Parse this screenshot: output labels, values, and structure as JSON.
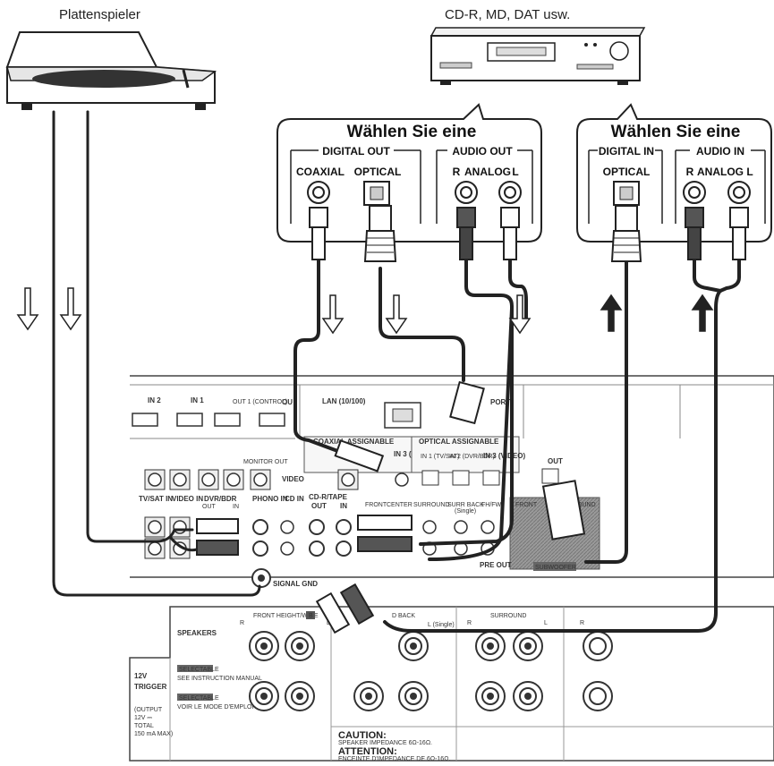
{
  "devices": {
    "turntable_label": "Plattenspieler",
    "recorder_label": "CD-R, MD, DAT usw."
  },
  "bubble_left": {
    "title": "Wählen Sie eine",
    "digital_out": "DIGITAL OUT",
    "coaxial": "COAXIAL",
    "optical": "OPTICAL",
    "audio_out": "AUDIO OUT",
    "r": "R",
    "analog": "ANALOG",
    "l": "L"
  },
  "bubble_right": {
    "title": "Wählen Sie eine",
    "digital_in": "DIGITAL IN",
    "optical": "OPTICAL",
    "audio_in": "AUDIO IN",
    "r": "R",
    "analog": "ANALOG",
    "l": "L"
  },
  "receiver_panel": {
    "in_labels": [
      "IN 2",
      "IN 1"
    ],
    "out1_control": "OUT 1 (CONTROL)",
    "ou": "OU",
    "lan": "LAN (10/100)",
    "ipod": "PORT",
    "coaxial_assignable": "COAXIAL ASSIGNABLE",
    "optical_assignable": "OPTICAL ASSIGNABLE",
    "coax_in3": "IN 3 (CD-R)",
    "opt_in1": "IN 1 (TV/SAT)",
    "opt_in2": "IN 2 (DVR/BDR)",
    "opt_in3": "IN 3 (VIDEO)",
    "out": "OUT",
    "monitor_out": "MONITOR OUT",
    "video": "VIDEO",
    "tvsat_in": "TV/SAT IN",
    "video_in": "VIDEO IN",
    "dvrbdr": "DVR/BDR",
    "dvr_out": "OUT",
    "dvr_in": "IN",
    "phono_in": "PHONO IN",
    "cd_in": "CD IN",
    "cdr_tape": "CD-R/TAPE",
    "cdr_out": "OUT",
    "cdr_in": "IN",
    "front": "FRONT",
    "center": "CENTER",
    "surround": "SURROUND",
    "surr_back": "SURR BACK",
    "single": "(Single)",
    "fhfw": "FH/FW",
    "pre_out": "PRE OUT",
    "front2": "FRONT",
    "round": "ROUND",
    "subwoofer": "SUBWOOFER",
    "signal_gnd": "SIGNAL GND"
  },
  "speaker_panel": {
    "speakers": "SPEAKERS",
    "front_height_wide": "FRONT HEIGHT/WIDE",
    "b": "B",
    "r": "R",
    "l": "L",
    "d_back": "D BACK",
    "l_single": "L (Single)",
    "surround": "SURROUND",
    "twelve_v": "12V",
    "trigger": "TRIGGER",
    "selectable": "SELECTABLE",
    "see_manual": "SEE INSTRUCTION MANUAL",
    "voir_mode": "VOIR LE MODE D'EMPLOI",
    "output": "(OUTPUT",
    "twelve_v_dc": "12V ⎓",
    "total": "TOTAL",
    "max": "150 mA MAX)",
    "caution": "CAUTION:",
    "caution_sub": "SPEAKER IMPEDANCE 6Ω-16Ω.",
    "attention": "ATTENTION:",
    "attention_sub": "ENCEINTE D'IMPEDANCE DE 6Ω-16Ω."
  }
}
